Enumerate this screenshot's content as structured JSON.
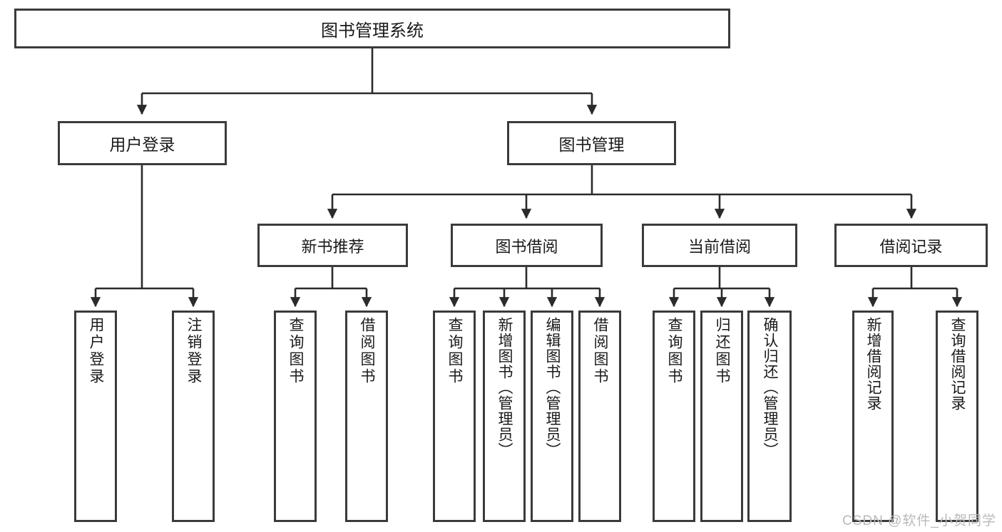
{
  "diagram": {
    "title": "图书管理系统",
    "type": "tree-hierarchy",
    "watermark": "CSDN @软件_小贺同学",
    "root": {
      "label": "图书管理系统"
    },
    "level1": [
      {
        "label": "用户登录"
      },
      {
        "label": "图书管理"
      }
    ],
    "level2": [
      {
        "label": "新书推荐"
      },
      {
        "label": "图书借阅"
      },
      {
        "label": "当前借阅"
      },
      {
        "label": "借阅记录"
      }
    ],
    "leaves": {
      "user_login": [
        {
          "label": "用户登录"
        },
        {
          "label": "注销登录"
        }
      ],
      "new_book_recommend": [
        {
          "label": "查询图书"
        },
        {
          "label": "借阅图书"
        }
      ],
      "book_borrow": [
        {
          "label": "查询图书"
        },
        {
          "label": "新增图书（管理员）"
        },
        {
          "label": "编辑图书（管理员）"
        },
        {
          "label": "借阅图书"
        }
      ],
      "current_borrow": [
        {
          "label": "查询图书"
        },
        {
          "label": "归还图书"
        },
        {
          "label": "确认归还（管理员）"
        }
      ],
      "borrow_record": [
        {
          "label": "新增借阅记录"
        },
        {
          "label": "查询借阅记录"
        }
      ]
    },
    "colors": {
      "stroke": "#3b3b3b",
      "background": "#ffffff",
      "text": "#1a1a1a",
      "watermark": "#b9b9b9"
    }
  }
}
